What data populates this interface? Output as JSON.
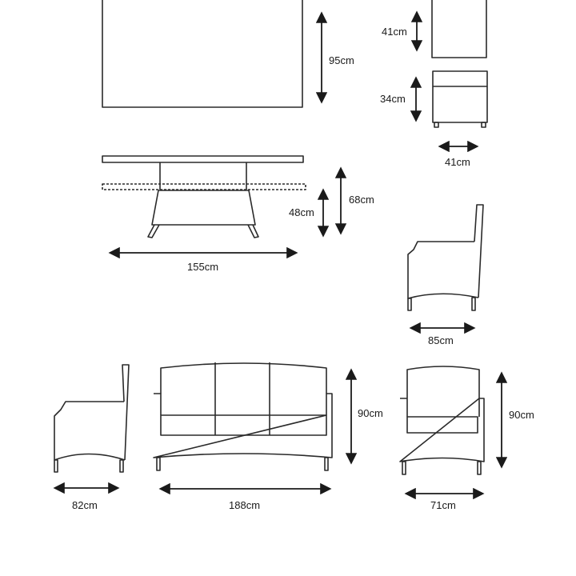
{
  "dimensions": {
    "table_top_depth": "95cm",
    "stool_top_depth": "41cm",
    "stool_height": "34cm",
    "stool_width": "41cm",
    "table_low_height": "48cm",
    "table_high_height": "68cm",
    "table_width": "155cm",
    "dining_chair_depth": "85cm",
    "lounge_chair_depth": "82cm",
    "sofa_width": "188cm",
    "sofa_height": "90cm",
    "armchair_height": "90cm",
    "armchair_width": "71cm"
  }
}
